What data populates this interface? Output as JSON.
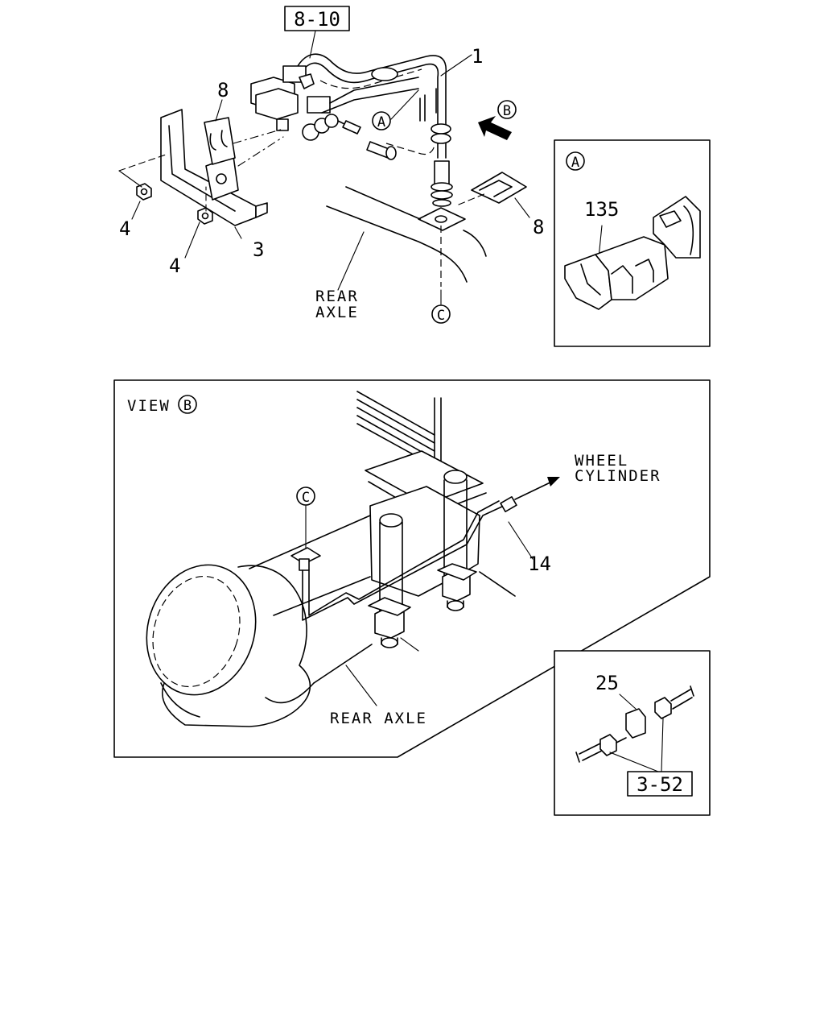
{
  "top": {
    "ref_box_label": "8-10",
    "callouts": {
      "pipe": "1",
      "bracket": "3",
      "nut_upper": "4",
      "nut_lower": "4",
      "clip_left": "8",
      "clip_right": "8"
    },
    "circle_a": "A",
    "circle_b": "B",
    "circle_c": "C",
    "rear_axle_line1": "REAR",
    "rear_axle_line2": "AXLE"
  },
  "detail_a": {
    "circle": "A",
    "part": "135"
  },
  "view_b": {
    "view_text": "VIEW",
    "view_circle": "B",
    "circle_c": "C",
    "wheel_line1": "WHEEL",
    "wheel_line2": "CYLINDER",
    "pipe_num": "14",
    "rear_axle": "REAR AXLE"
  },
  "detail_bottom": {
    "part": "25",
    "ref_box_label": "3-52"
  }
}
